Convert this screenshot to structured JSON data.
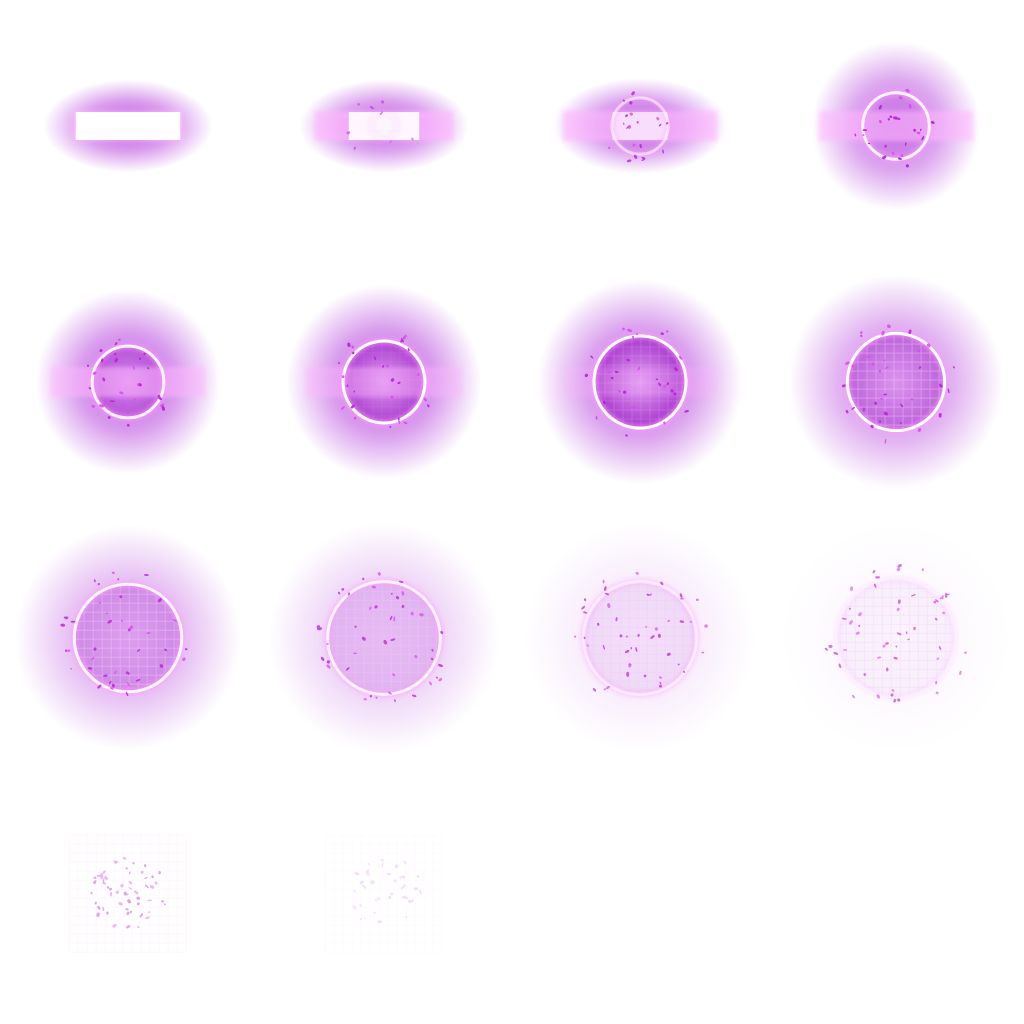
{
  "sprite_sheet": {
    "columns": 4,
    "rows": 4,
    "effect_color": "#b43cdc",
    "ring_color": "#ffffff",
    "bar_color": "#ffb8ff",
    "frames": [
      {
        "bar_core": 1.0,
        "bar_width": 0.43,
        "bar_opacity": 1.0,
        "ring_radius": 0.0,
        "ring_opacity": 0.0,
        "glow": 0.9,
        "glow_radius": 0.33,
        "fill": 0.0,
        "grid": 0.0,
        "particles": 0,
        "particle_opacity": 0.0
      },
      {
        "bar_core": 0.6,
        "bar_width": 0.54,
        "bar_opacity": 0.9,
        "ring_radius": 0.05,
        "ring_opacity": 0.25,
        "glow": 0.85,
        "glow_radius": 0.33,
        "fill": 0.05,
        "grid": 0.0,
        "particles": 8,
        "particle_opacity": 0.5
      },
      {
        "bar_core": 0.35,
        "bar_width": 0.6,
        "bar_opacity": 0.85,
        "ring_radius": 0.11,
        "ring_opacity": 0.55,
        "glow": 0.85,
        "glow_radius": 0.34,
        "fill": 0.15,
        "grid": 0.0,
        "particles": 20,
        "particle_opacity": 0.8
      },
      {
        "bar_core": 0.0,
        "bar_width": 0.6,
        "bar_opacity": 0.75,
        "ring_radius": 0.13,
        "ring_opacity": 0.9,
        "glow": 0.8,
        "glow_radius": 0.33,
        "fill": 0.15,
        "grid": 0.0,
        "particles": 26,
        "particle_opacity": 0.9
      },
      {
        "bar_core": 0.0,
        "bar_width": 0.6,
        "bar_opacity": 0.7,
        "ring_radius": 0.14,
        "ring_opacity": 0.9,
        "glow": 0.9,
        "glow_radius": 0.36,
        "fill": 0.55,
        "grid": 0.0,
        "particles": 30,
        "particle_opacity": 0.9
      },
      {
        "bar_core": 0.0,
        "bar_width": 0.6,
        "bar_opacity": 0.55,
        "ring_radius": 0.16,
        "ring_opacity": 1.0,
        "glow": 0.9,
        "glow_radius": 0.38,
        "fill": 0.75,
        "grid": 0.1,
        "particles": 30,
        "particle_opacity": 0.9
      },
      {
        "bar_core": 0.0,
        "bar_width": 0.6,
        "bar_opacity": 0.3,
        "ring_radius": 0.18,
        "ring_opacity": 1.0,
        "glow": 0.85,
        "glow_radius": 0.4,
        "fill": 0.85,
        "grid": 0.25,
        "particles": 30,
        "particle_opacity": 0.9
      },
      {
        "bar_core": 0.0,
        "bar_width": 0.0,
        "bar_opacity": 0.0,
        "ring_radius": 0.19,
        "ring_opacity": 1.0,
        "glow": 0.7,
        "glow_radius": 0.42,
        "fill": 0.55,
        "grid": 0.5,
        "particles": 34,
        "particle_opacity": 0.85
      },
      {
        "bar_core": 0.0,
        "bar_width": 0.0,
        "bar_opacity": 0.0,
        "ring_radius": 0.21,
        "ring_opacity": 0.9,
        "glow": 0.55,
        "glow_radius": 0.44,
        "fill": 0.35,
        "grid": 0.55,
        "particles": 40,
        "particle_opacity": 0.8
      },
      {
        "bar_core": 0.0,
        "bar_width": 0.0,
        "bar_opacity": 0.0,
        "ring_radius": 0.22,
        "ring_opacity": 0.85,
        "glow": 0.35,
        "glow_radius": 0.45,
        "fill": 0.2,
        "grid": 0.5,
        "particles": 44,
        "particle_opacity": 0.75
      },
      {
        "bar_core": 0.0,
        "bar_width": 0.0,
        "bar_opacity": 0.0,
        "ring_radius": 0.22,
        "ring_opacity": 0.6,
        "glow": 0.15,
        "glow_radius": 0.45,
        "fill": 0.1,
        "grid": 0.4,
        "particles": 48,
        "particle_opacity": 0.7
      },
      {
        "bar_core": 0.0,
        "bar_width": 0.0,
        "bar_opacity": 0.0,
        "ring_radius": 0.23,
        "ring_opacity": 0.25,
        "glow": 0.05,
        "glow_radius": 0.45,
        "fill": 0.05,
        "grid": 0.3,
        "particles": 52,
        "particle_opacity": 0.6
      },
      {
        "bar_core": 0.0,
        "bar_width": 0.0,
        "bar_opacity": 0.0,
        "ring_radius": 0.0,
        "ring_opacity": 0.0,
        "glow": 0.0,
        "glow_radius": 0.45,
        "fill": 0.0,
        "grid": 0.18,
        "particles": 56,
        "particle_opacity": 0.4
      },
      {
        "bar_core": 0.0,
        "bar_width": 0.0,
        "bar_opacity": 0.0,
        "ring_radius": 0.0,
        "ring_opacity": 0.0,
        "glow": 0.0,
        "glow_radius": 0.45,
        "fill": 0.0,
        "grid": 0.08,
        "particles": 40,
        "particle_opacity": 0.15
      },
      {
        "bar_core": 0.0,
        "bar_width": 0.0,
        "bar_opacity": 0.0,
        "ring_radius": 0.0,
        "ring_opacity": 0.0,
        "glow": 0.0,
        "glow_radius": 0.0,
        "fill": 0.0,
        "grid": 0.0,
        "particles": 0,
        "particle_opacity": 0.0
      },
      {
        "bar_core": 0.0,
        "bar_width": 0.0,
        "bar_opacity": 0.0,
        "ring_radius": 0.0,
        "ring_opacity": 0.0,
        "glow": 0.0,
        "glow_radius": 0.0,
        "fill": 0.0,
        "grid": 0.0,
        "particles": 0,
        "particle_opacity": 0.0
      }
    ]
  }
}
